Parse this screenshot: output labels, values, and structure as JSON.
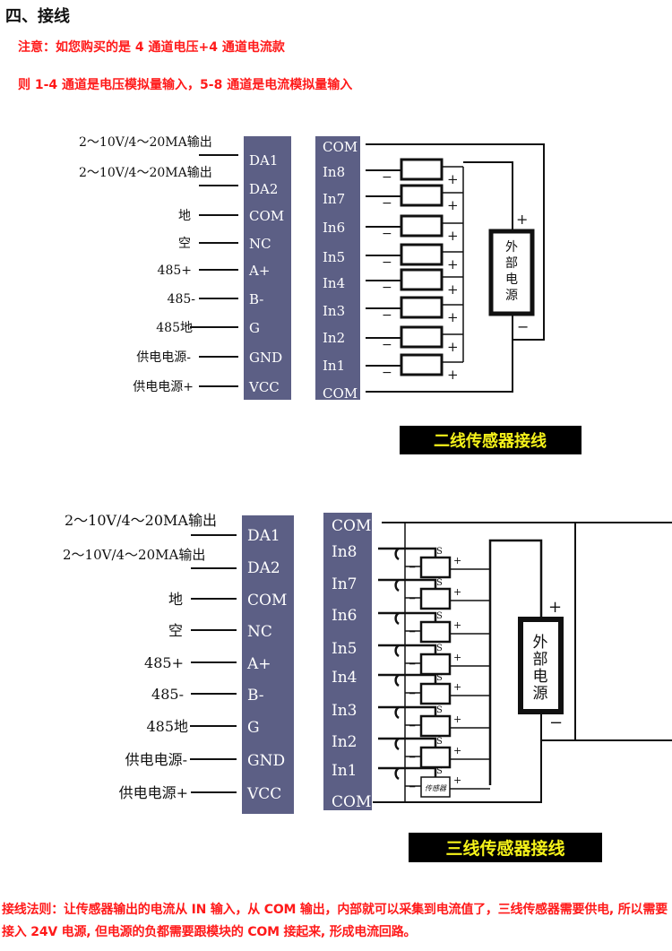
{
  "heading": "四、接线",
  "notes": [
    "注意：如您购买的是 4 通道电压+4 通道电流款",
    "则 1-4 通道是电压模拟量输入，5-8 通道是电流模拟量输入"
  ],
  "colors": {
    "note_red": "#ff1a1a",
    "terminal_block": "#5c5f85",
    "banner_bg": "#000000",
    "banner_text": "#f5f21a"
  },
  "left_terminal": {
    "labels": [
      "DA1",
      "DA2",
      "COM",
      "NC",
      "A+",
      "B-",
      "G",
      "GND",
      "VCC"
    ],
    "descriptions": [
      "2～10V/4～20MA输出",
      "2～10V/4～20MA输出",
      "地",
      "空",
      "485+",
      "485-",
      "485地",
      "供电电源-",
      "供电电源+"
    ]
  },
  "right_terminal": {
    "labels": [
      "COM",
      "In8",
      "In7",
      "In6",
      "In5",
      "In4",
      "In3",
      "In2",
      "In1",
      "COM"
    ]
  },
  "external_power": {
    "label": [
      "外",
      "部",
      "电",
      "源"
    ],
    "plus": "+",
    "minus": "−"
  },
  "sensor_polarity": {
    "minus": "−",
    "plus": "+",
    "signal": "S"
  },
  "sensor_label": "传感器",
  "diagram1_title": "二线传感器接线",
  "diagram2_title": "三线传感器接线",
  "bottom_note": "接线法则：让传感器输出的电流从 IN 输入，从 COM 输出，内部就可以采集到电流值了，三线传感器需要供电, 所以需要接入 24V 电源, 但电源的负都需要跟模块的 COM 接起来, 形成电流回路。"
}
